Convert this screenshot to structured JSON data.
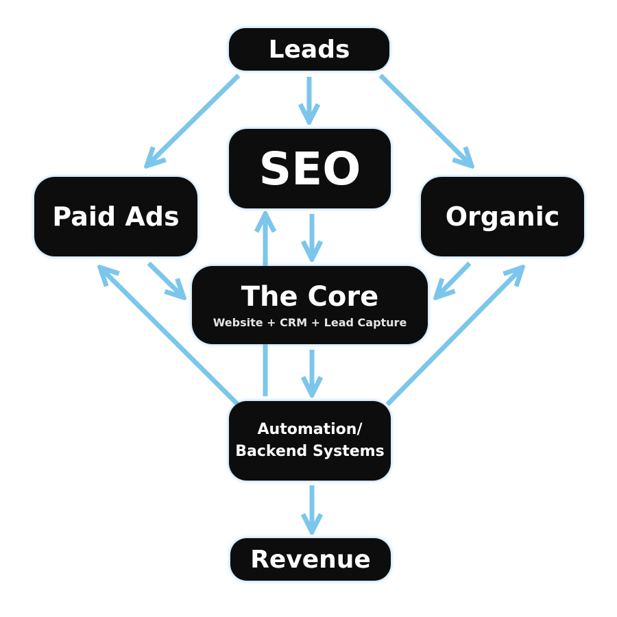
{
  "nodes": {
    "leads": "Leads",
    "seo": "SEO",
    "paid_ads": "Paid Ads",
    "organic": "Organic",
    "core_title": "The Core",
    "core_subtitle": "Website + CRM + Lead Capture",
    "automation_line1": "Automation/",
    "automation_line2": "Backend Systems",
    "revenue": "Revenue"
  },
  "colors": {
    "node_fill": "#0d0d0d",
    "node_text": "#ffffff",
    "arrow": "#7cc6ec"
  }
}
